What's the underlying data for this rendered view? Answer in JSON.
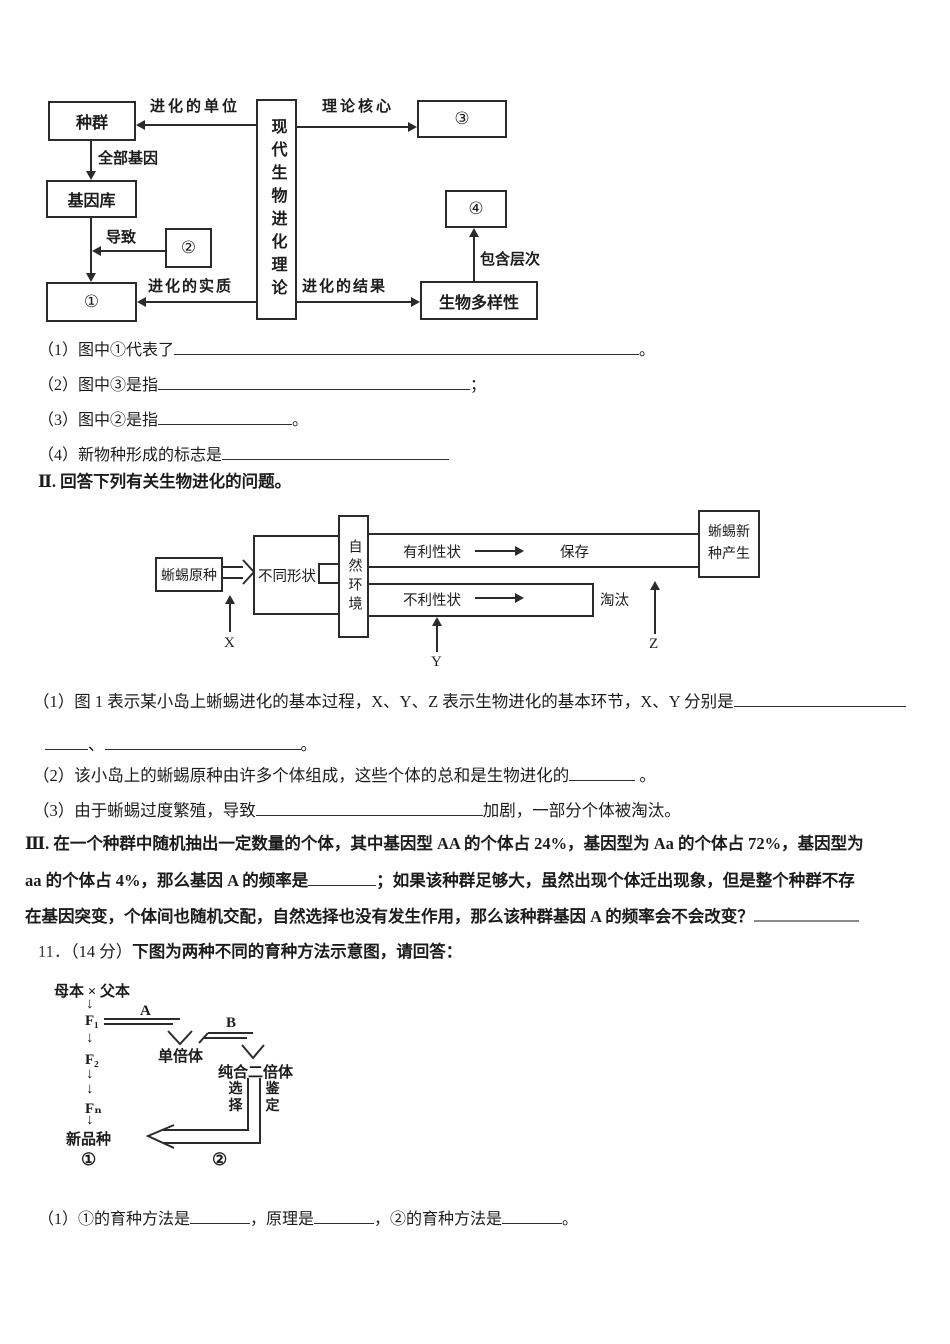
{
  "colors": {
    "ink": "#1c1c1c",
    "line": "#2b2b2b",
    "blank_gray": "#8a8a8a"
  },
  "diagram_evolution_theory": {
    "center_box": "现代生物进化理论",
    "population_box": "种群",
    "gene_pool_box": "基因库",
    "box_1": "①",
    "box_2": "②",
    "box_3": "③",
    "box_4": "④",
    "biodiversity_box": "生物多样性",
    "label_unit": "进化的单位",
    "label_all_genes": "全部基因",
    "label_leads_to": "导致",
    "label_essence": "进化的实质",
    "label_core": "理论核心",
    "label_result": "进化的结果",
    "label_levels": "包含层次"
  },
  "question_10": {
    "sub1_pre": "（1）图中①代表了",
    "sub1_end": "。",
    "sub2_pre": "（2）图中③是指",
    "sub2_end": "；",
    "sub3_pre": "（3）图中②是指",
    "sub3_end": "。",
    "sub4_pre": "（4）新物种形成的标志是",
    "part2_heading": "Ⅱ. 回答下列有关生物进化的问题。"
  },
  "diagram_lizard": {
    "origin_box": "蜥蜴原种",
    "shapes_label": "不同形状",
    "environment_box": "自然环境",
    "favorable_label": "有利性状",
    "keep_label": "保存",
    "unfavorable_label": "不利性状",
    "eliminate_label": "淘汰",
    "new_species_line1": "蜥蜴新",
    "new_species_line2": "种产生",
    "label_x": "X",
    "label_y": "Y",
    "label_z": "Z"
  },
  "part2_questions": {
    "q1_line1": "（1）图 1 表示某小岛上蜥蜴进化的基本过程，X、Y、Z 表示生物进化的基本环节，X、Y 分别是",
    "q1_line2_comma": "、",
    "q1_line2_end": "。",
    "q2_pre": "（2）该小岛上的蜥蜴原种由许多个体组成，这些个体的总和是生物进化的",
    "q2_end": " 。",
    "q3_pre": "（3）由于蜥蜴过度繁殖，导致",
    "q3_after": "加剧，一部分个体被淘汰。"
  },
  "part3": {
    "line1": "Ⅲ. 在一个种群中随机抽出一定数量的个体，其中基因型 AA 的个体占 24%，基因型为 Aa 的个体占 72%，基因型为",
    "line2_pre": "aa 的个体占 4%，那么基因 A 的频率是",
    "line2_after": "；如果该种群足够大，虽然出现个体迁出现象，但是整个种群不存",
    "line3_pre": "在基因突变，个体间也随机交配，自然选择也没有发生作用，那么该种群基因 A 的频率会不会改变？"
  },
  "question_11": {
    "number": "11．",
    "score": "（14 分）",
    "stem": "下图为两种不同的育种方法示意图，请回答：",
    "sub1_pre": "（1）①的育种方法是",
    "sub1_mid1": "，原理是",
    "sub1_mid2": "，②的育种方法是",
    "sub1_end": "。"
  },
  "diagram_breeding": {
    "parents": "母本 × 父本",
    "f1": "F₁",
    "f2": "F₂",
    "fn": "Fₙ",
    "new_variety": "新品种",
    "haploid": "单倍体",
    "homozygous_diploid": "纯合二倍体",
    "select_label": "选择",
    "identify_label": "鉴定",
    "label_a": "A",
    "label_b": "B",
    "circle_1": "①",
    "circle_2": "②",
    "down_arrow": "↓"
  }
}
